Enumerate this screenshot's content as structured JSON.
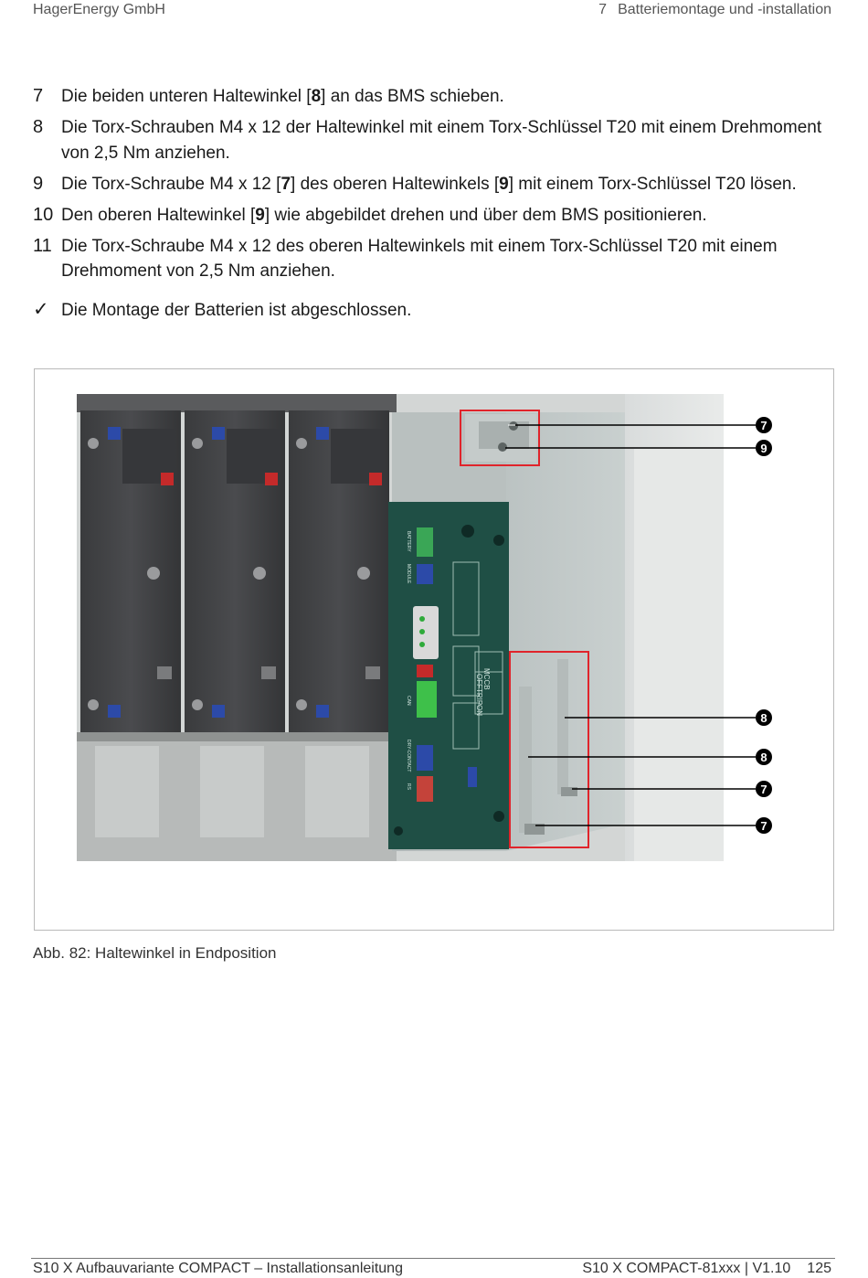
{
  "header": {
    "company": "HagerEnergy GmbH",
    "chapter_number": "7",
    "chapter_title": "Batteriemontage und -installation"
  },
  "steps": [
    {
      "num": "7",
      "a": "Die beiden unteren Haltewinkel [",
      "r1": "8",
      "b": "] an das BMS schieben."
    },
    {
      "num": "8",
      "text": "Die Torx-Schrauben M4 x 12 der Haltewinkel mit einem Torx-Schlüssel T20 mit einem Drehmoment von 2,5 Nm anziehen."
    },
    {
      "num": "9",
      "a": "Die Torx-Schraube M4 x 12 [",
      "r1": "7",
      "b": "] des oberen Haltewinkels [",
      "r2": "9",
      "c": "] mit einem Torx-Schlüssel T20 lösen."
    },
    {
      "num": "10",
      "a": "Den oberen Haltewinkel [",
      "r1": "9",
      "b": "] wie abgebildet drehen und über dem BMS positionieren."
    },
    {
      "num": "11",
      "text": "Die Torx-Schraube M4 x 12 des oberen Haltewinkels mit einem Torx-Schlüssel T20 mit einem Drehmoment von 2,5 Nm anziehen."
    }
  ],
  "result": {
    "icon": "checkmark",
    "text": "Die Montage der Batterien ist abgeschlossen."
  },
  "figure": {
    "caption": "Abb. 82: Haltewinkel in Endposition",
    "callouts": [
      "7",
      "9",
      "8",
      "8",
      "7",
      "7"
    ],
    "bms_labels": {
      "battery": "BATTERY",
      "module": "MODULE",
      "can": "CAN",
      "dry_contact": "DRY-CONTACT",
      "rs": "RS",
      "mccb": "MCCB",
      "off": "OFF",
      "trip": "TRIP",
      "on": "ON"
    },
    "colors": {
      "highlight": "#e0242b",
      "bms_board": "#1f4f45",
      "callout": "#000000"
    }
  },
  "footer": {
    "doc_title": "S10 X Aufbauvariante COMPACT – Installationsanleitung",
    "doc_id": "S10 X COMPACT-81xxx | V1.10",
    "page": "125"
  }
}
